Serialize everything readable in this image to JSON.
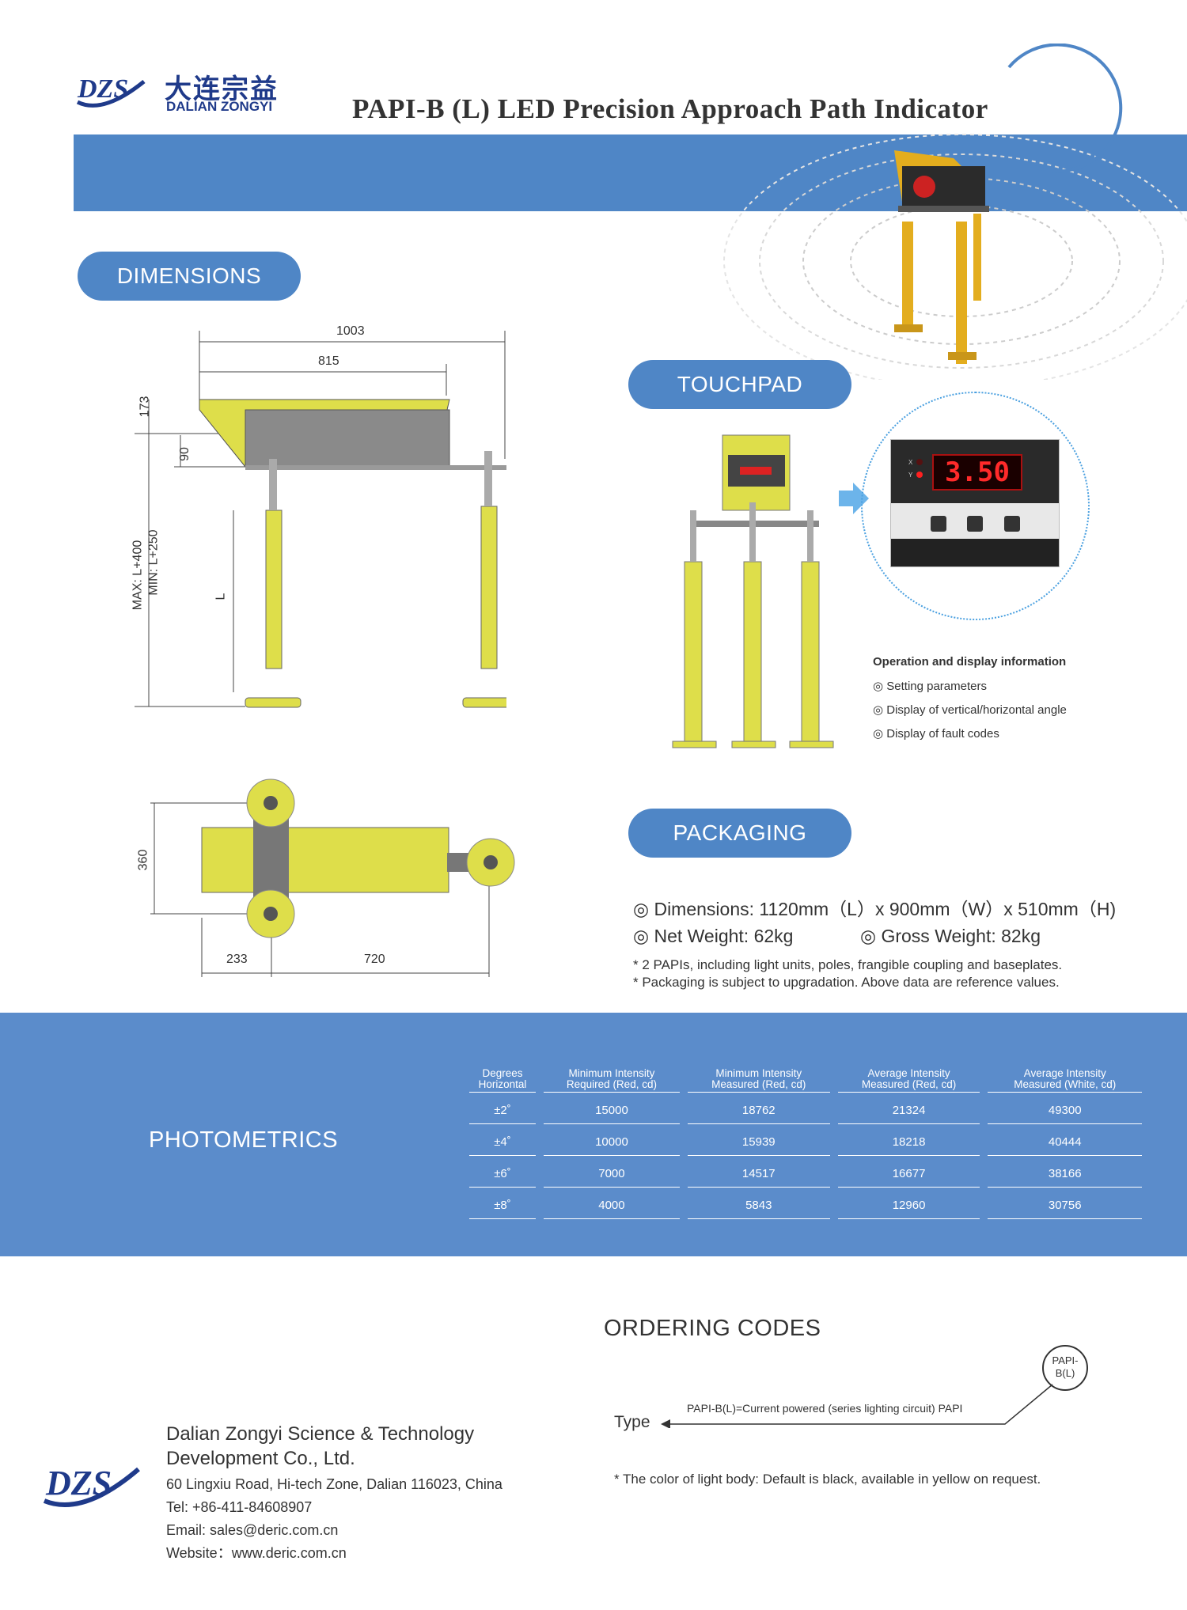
{
  "header": {
    "logo_mark": "DZS",
    "logo_cn": "大连宗益",
    "logo_en": "DALIAN ZONGYI",
    "title": "PAPI-B (L) LED Precision Approach Path Indicator"
  },
  "sections": {
    "dimensions": "DIMENSIONS",
    "touchpad": "TOUCHPAD",
    "packaging": "PACKAGING",
    "photometrics": "PHOTOMETRICS",
    "ordering": "ORDERING CODES"
  },
  "dimension_labels": {
    "width_total": "1003",
    "width_body": "815",
    "height_top": "173",
    "height_mid": "90",
    "max": "MAX: L+400",
    "min": "MIN: L+250",
    "leg": "L",
    "depth": "360",
    "base_left": "233",
    "base_right": "720"
  },
  "touchpad": {
    "display_value": "3.50",
    "led_x": "X",
    "led_y": "Y",
    "info_title": "Operation and display information",
    "items": [
      "◎ Setting parameters",
      "◎ Display of vertical/horizontal angle",
      "◎ Display of fault codes"
    ]
  },
  "packaging": {
    "dimensions": "◎ Dimensions: 1120mm（L）x 900mm（W）x 510mm（H)",
    "net_weight": "◎ Net Weight: 62kg",
    "gross_weight": "◎ Gross Weight: 82kg",
    "note1": "* 2 PAPIs, including light units, poles, frangible coupling and baseplates.",
    "note2": "* Packaging is subject to upgradation. Above data are reference values."
  },
  "photometrics": {
    "headers": [
      [
        "Degrees",
        "Horizontal"
      ],
      [
        "Minimum Intensity",
        "Required (Red, cd)"
      ],
      [
        "Minimum Intensity",
        "Measured (Red, cd)"
      ],
      [
        "Average Intensity",
        "Measured (Red, cd)"
      ],
      [
        "Average Intensity",
        "Measured (White, cd)"
      ]
    ],
    "rows": [
      [
        "±2˚",
        "15000",
        "18762",
        "21324",
        "49300"
      ],
      [
        "±4˚",
        "10000",
        "15939",
        "18218",
        "40444"
      ],
      [
        "±6˚",
        "7000",
        "14517",
        "16677",
        "38166"
      ],
      [
        "±8˚",
        "4000",
        "5843",
        "12960",
        "30756"
      ]
    ]
  },
  "ordering": {
    "code_circle_line1": "PAPI-",
    "code_circle_line2": "B(L)",
    "code_desc": "PAPI-B(L)=Current powered (series lighting circuit) PAPI",
    "type_label": "Type",
    "note": "* The color of light body: Default is black, available in yellow on request."
  },
  "footer": {
    "logo_mark": "DZS",
    "company_line1": "Dalian Zongyi Science & Technology",
    "company_line2": "Development Co., Ltd.",
    "address": "60 Lingxiu Road, Hi-tech Zone, Dalian 116023, China",
    "tel": "Tel: +86-411-84608907",
    "email": "Email: sales@deric.com.cn",
    "website": "Website：www.deric.com.cn"
  },
  "colors": {
    "brand_blue": "#4f86c6",
    "band_blue": "#5b8ccb",
    "logo_navy": "#1f3a8a",
    "yellow": "#dede4a",
    "display_red": "#e11b1b"
  }
}
